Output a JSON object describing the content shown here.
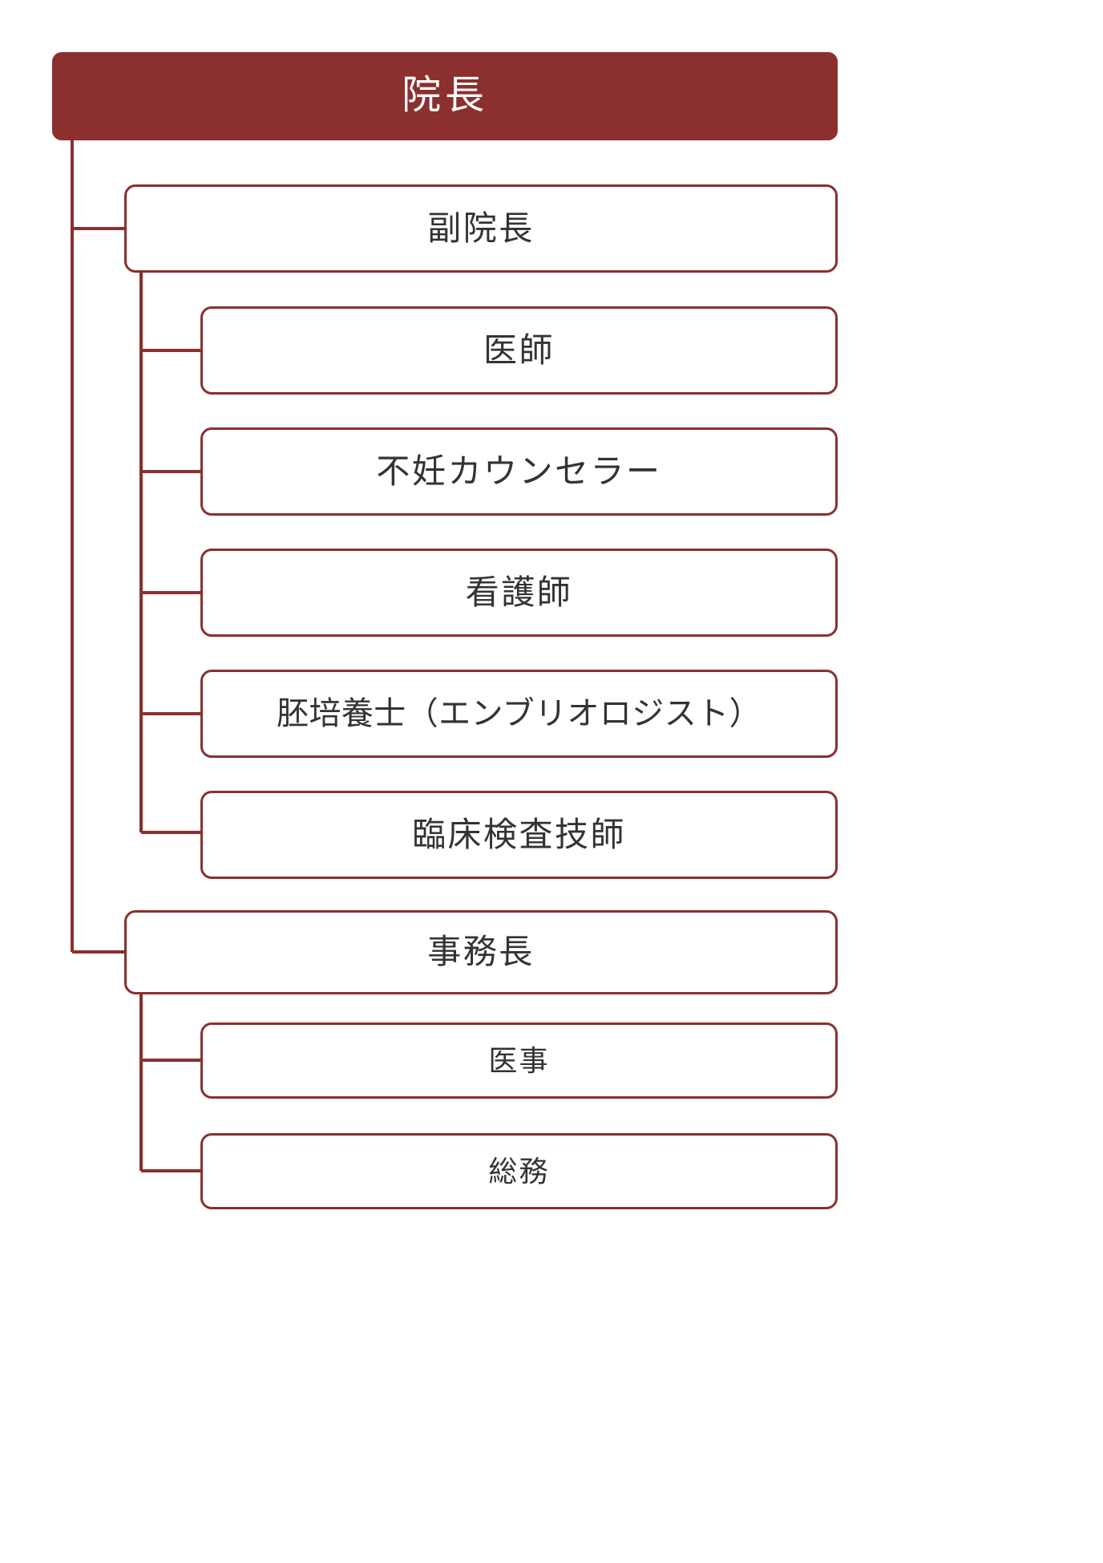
{
  "chart": {
    "type": "org-chart",
    "title": "",
    "theme": {
      "accent": "#8B2F2F",
      "box_border": "#8B2F2F",
      "box_background": "#FFFFFF",
      "root_background": "#8B2F2F",
      "root_text": "#FFFFFF",
      "node_text": "#333333",
      "page_background": "#FFFFFF",
      "connector": "#8B2F2F"
    },
    "root": {
      "id": "director",
      "label": "院長"
    },
    "divisions": [
      {
        "id": "vice-director",
        "label": "副院長",
        "children": [
          {
            "id": "doctor",
            "label": "医師"
          },
          {
            "id": "infertility-counselor",
            "label": "不妊カウンセラー"
          },
          {
            "id": "nurse",
            "label": "看護師"
          },
          {
            "id": "embryologist",
            "label": "胚培養士（エンブリオロジスト）"
          },
          {
            "id": "clinical-laboratory-technician",
            "label": "臨床検査技師"
          }
        ]
      },
      {
        "id": "administrative-director",
        "label": "事務長",
        "children": [
          {
            "id": "medical-affairs",
            "label": "医事"
          },
          {
            "id": "general-affairs",
            "label": "総務"
          }
        ]
      }
    ],
    "flat_nodes": [
      {
        "level": 1,
        "label": "院長"
      },
      {
        "level": 2,
        "label": "副院長"
      },
      {
        "level": 3,
        "label": "医師"
      },
      {
        "level": 3,
        "label": "不妊カウンセラー"
      },
      {
        "level": 3,
        "label": "看護師"
      },
      {
        "level": 3,
        "label": "胚培養士（エンブリオロジスト）"
      },
      {
        "level": 3,
        "label": "臨床検査技師"
      },
      {
        "level": 2,
        "label": "事務長"
      },
      {
        "level": 3,
        "label": "医事"
      },
      {
        "level": 3,
        "label": "総務"
      }
    ]
  }
}
